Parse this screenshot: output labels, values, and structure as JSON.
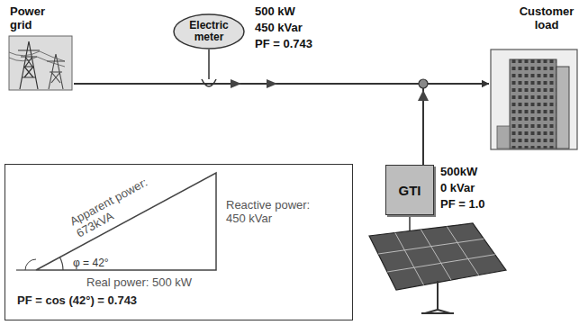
{
  "diagram": {
    "nodes": [
      {
        "text": [
          "Power grid"
        ]
      },
      {
        "text": [
          "Electric meter"
        ]
      },
      {
        "text": [
          "Customer load"
        ]
      },
      {
        "text": [
          "GTI"
        ]
      },
      {
        "text": [
          "Apparent power: 673kVA",
          "Reactive power: 450 kVar",
          "Real power: 500 kW",
          "φ = 42°",
          "PF = cos (42°) = 0.743"
        ]
      }
    ],
    "edges": [
      {
        "from": 0,
        "to": 2,
        "arrow": "to"
      },
      {
        "from": 3,
        "to": 2,
        "arrow": "to"
      }
    ],
    "labels": [
      "500 kW",
      "450 kVar",
      "PF = 0.743",
      "500kW",
      "0 kVar",
      "PF = 1.0"
    ]
  }
}
